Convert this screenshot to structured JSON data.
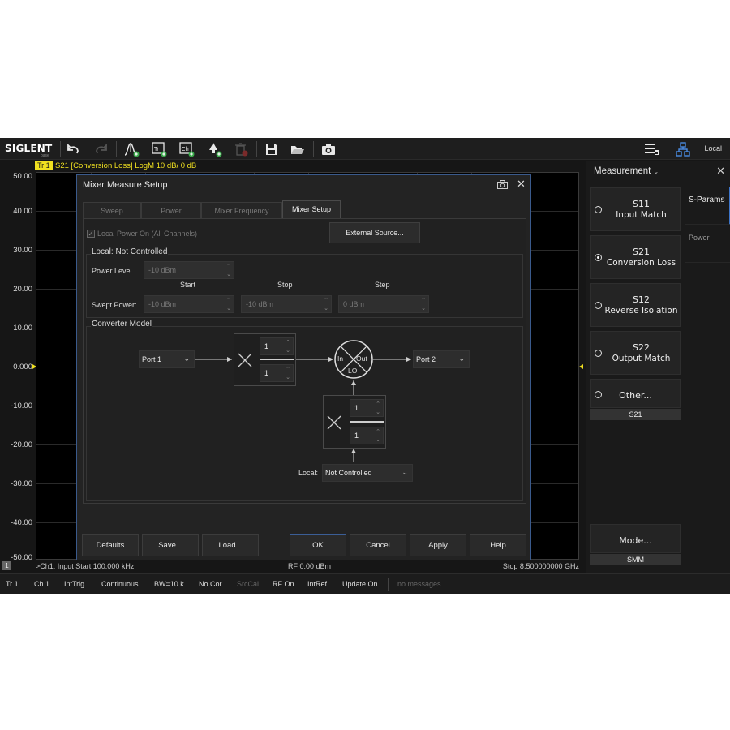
{
  "toolbar": {
    "logo": "SIGLENT",
    "logo_sub": "base",
    "local": "Local"
  },
  "trace": {
    "tag": "Tr 1",
    "desc": "S21 [Conversion Loss]  LogM  10 dB/  0 dB"
  },
  "plot": {
    "y_labels": [
      "50.00",
      "40.00",
      "30.00",
      "20.00",
      "10.00",
      "0.000",
      "-10.00",
      "-20.00",
      "-30.00",
      "-40.00",
      "-50.00"
    ]
  },
  "info": {
    "ch_box": "1",
    "start": ">Ch1: Input Start 100.000 kHz",
    "rf": "RF 0.00 dBm",
    "stop": "Stop 8.500000000 GHz"
  },
  "status": {
    "items": [
      "Tr 1",
      "Ch 1",
      "IntTrig",
      "Continuous",
      "BW=10 k",
      "No Cor",
      "SrcCal",
      "RF On",
      "IntRef",
      "Update On",
      "no messages"
    ]
  },
  "panel": {
    "title": "Measurement",
    "buttons": [
      {
        "line1": "S11",
        "line2": "Input Match"
      },
      {
        "line1": "S21",
        "line2": "Conversion Loss"
      },
      {
        "line1": "S12",
        "line2": "Reverse Isolation"
      },
      {
        "line1": "S22",
        "line2": "Output Match"
      },
      {
        "line1": "Other..."
      }
    ],
    "other_value": "S21",
    "mode_label": "Mode...",
    "mode_value": "SMM",
    "side_tabs": [
      "S-Params",
      "Power"
    ]
  },
  "dialog": {
    "title": "Mixer Measure Setup",
    "tabs": [
      "Sweep",
      "Power",
      "Mixer Frequency",
      "Mixer Setup"
    ],
    "local_power_on": "Local Power On (All Channels)",
    "external_source": "External Source...",
    "local_group": "Local: Not Controlled",
    "power_level_label": "Power Level",
    "power_level": "-10 dBm",
    "col_start": "Start",
    "col_stop": "Stop",
    "col_step": "Step",
    "swept_power_label": "Swept Power:",
    "swept_start": "-10 dBm",
    "swept_stop": "-10 dBm",
    "swept_step": "0 dBm",
    "converter_group": "Converter Model",
    "port_in": "Port 1",
    "port_out": "Port 2",
    "mult_num": "1",
    "mult_den": "1",
    "lo_num": "1",
    "lo_den": "1",
    "mixer_in": "In",
    "mixer_out": "Out",
    "mixer_lo": "LO",
    "local_label": "Local:",
    "local_value": "Not Controlled",
    "buttons": [
      "Defaults",
      "Save...",
      "Load...",
      "OK",
      "Cancel",
      "Apply",
      "Help"
    ]
  }
}
